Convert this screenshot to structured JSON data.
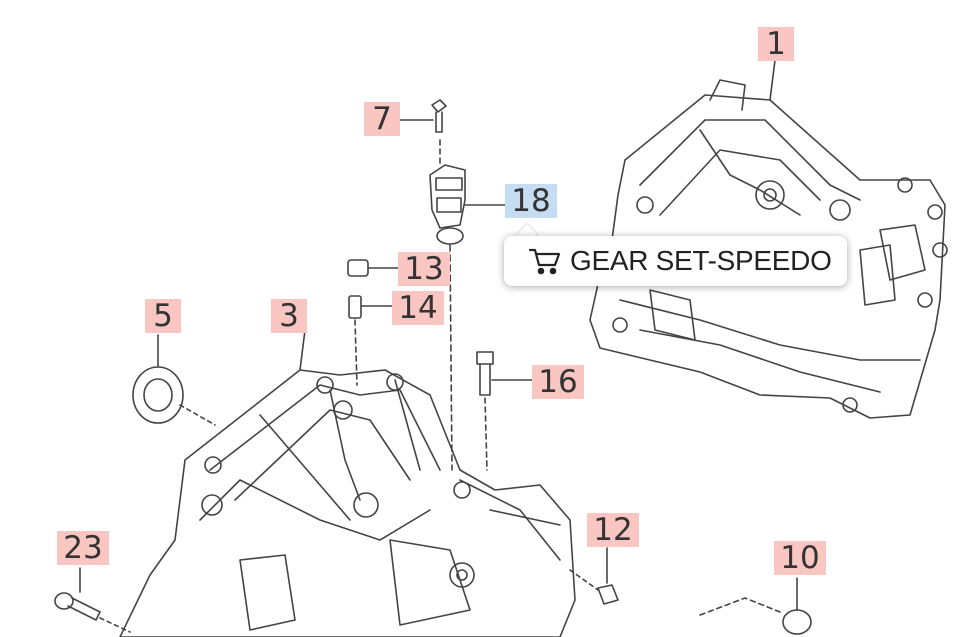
{
  "callouts": [
    {
      "id": "1",
      "label": "1",
      "active": false
    },
    {
      "id": "3",
      "label": "3",
      "active": false
    },
    {
      "id": "5",
      "label": "5",
      "active": false
    },
    {
      "id": "7",
      "label": "7",
      "active": false
    },
    {
      "id": "10",
      "label": "10",
      "active": false
    },
    {
      "id": "12",
      "label": "12",
      "active": false
    },
    {
      "id": "13",
      "label": "13",
      "active": false
    },
    {
      "id": "14",
      "label": "14",
      "active": false
    },
    {
      "id": "16",
      "label": "16",
      "active": false
    },
    {
      "id": "18",
      "label": "18",
      "active": true
    },
    {
      "id": "23",
      "label": "23",
      "active": false
    }
  ],
  "tooltip": {
    "icon": "cart-icon",
    "label": "GEAR SET-SPEEDO"
  },
  "colors": {
    "callout": "#f9c6c2",
    "callout_active": "#c5dcf3",
    "line": "#444444"
  }
}
